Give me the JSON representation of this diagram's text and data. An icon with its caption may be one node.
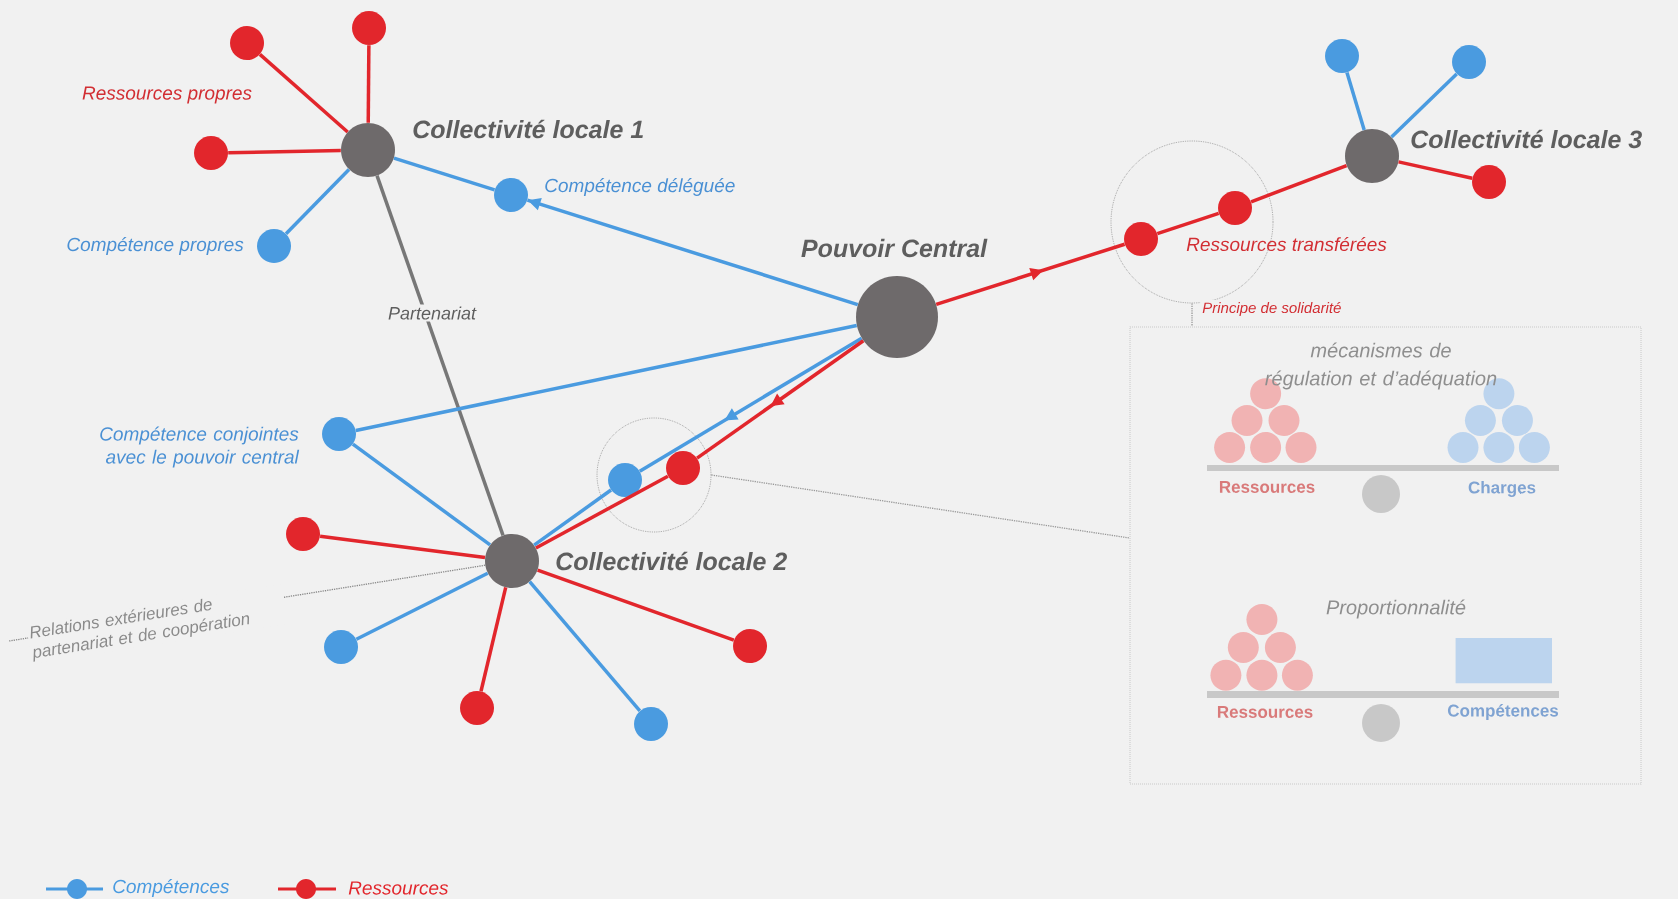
{
  "diagram": {
    "nodes": [
      {
        "text": [],
        "shape": "circle",
        "beside": [
          "Collectivité locale 1"
        ]
      },
      {
        "text": [],
        "shape": "circle"
      },
      {
        "text": [],
        "shape": "circle"
      },
      {
        "text": [],
        "shape": "circle"
      },
      {
        "text": [],
        "shape": "circle",
        "beside": [
          "Compétence propres"
        ]
      },
      {
        "text": [],
        "shape": "circle",
        "beside": [
          "Compétence déléguée"
        ]
      },
      {
        "text": [],
        "shape": "circle",
        "beside": [
          "Pouvoir Central"
        ]
      },
      {
        "text": [],
        "shape": "circle"
      },
      {
        "text": [],
        "shape": "circle",
        "in": 7
      },
      {
        "text": [],
        "shape": "circle",
        "in": 7,
        "beside": [
          "Ressources transférées"
        ]
      },
      {
        "text": [],
        "shape": "circle",
        "beside": [
          "Collectivité locale 3"
        ]
      },
      {
        "text": [],
        "shape": "circle"
      },
      {
        "text": [],
        "shape": "circle"
      },
      {
        "text": [],
        "shape": "circle"
      },
      {
        "text": [],
        "shape": "circle",
        "beside": [
          "Compétence conjointes avec le pouvoir central"
        ]
      },
      {
        "text": [],
        "shape": "circle",
        "beside": [
          "Collectivité locale 2"
        ]
      },
      {
        "text": [],
        "shape": "circle"
      },
      {
        "text": [],
        "shape": "circle",
        "in": 16
      },
      {
        "text": [],
        "shape": "circle",
        "in": 16
      },
      {
        "text": [],
        "shape": "circle"
      },
      {
        "text": [],
        "shape": "circle"
      },
      {
        "text": [],
        "shape": "circle"
      },
      {
        "text": [],
        "shape": "circle"
      },
      {
        "text": [],
        "shape": "circle"
      },
      {
        "text": [
          "mécanismes de régulation et d’adéquation",
          "Ressources",
          "Charges",
          "Proportionnalité",
          "Ressources",
          "Compétences"
        ]
      }
    ],
    "edges": [
      {
        "from": 0,
        "to": 1,
        "arrow": "none",
        "color": "#e2262c"
      },
      {
        "from": 0,
        "to": 2,
        "arrow": "none",
        "color": "#e2262c"
      },
      {
        "from": 0,
        "to": 3,
        "arrow": "none",
        "color": "#e2262c"
      },
      {
        "from": 0,
        "to": 4,
        "arrow": "none",
        "color": "#4a9be0"
      },
      {
        "from": 6,
        "to": 5,
        "arrow": "to",
        "color": "#4a9be0"
      },
      {
        "from": 5,
        "to": 0,
        "arrow": "none",
        "color": "#4a9be0"
      },
      {
        "from": 6,
        "to": 8,
        "arrow": "to",
        "color": "#e2262c"
      },
      {
        "from": 8,
        "to": 9,
        "arrow": "none",
        "color": "#e2262c"
      },
      {
        "from": 9,
        "to": 10,
        "arrow": "none",
        "color": "#e2262c"
      },
      {
        "from": 10,
        "to": 11,
        "arrow": "none",
        "color": "#4a9be0"
      },
      {
        "from": 10,
        "to": 12,
        "arrow": "none",
        "color": "#4a9be0"
      },
      {
        "from": 10,
        "to": 13,
        "arrow": "none",
        "color": "#e2262c"
      },
      {
        "from": 0,
        "to": 15,
        "arrow": "none",
        "color": "#777777",
        "label": "Partenariat"
      },
      {
        "from": 6,
        "to": 14,
        "arrow": "none",
        "color": "#4a9be0"
      },
      {
        "from": 14,
        "to": 15,
        "arrow": "none",
        "color": "#4a9be0"
      },
      {
        "from": 6,
        "to": 17,
        "arrow": "to",
        "color": "#4a9be0"
      },
      {
        "from": 17,
        "to": 15,
        "arrow": "none",
        "color": "#4a9be0"
      },
      {
        "from": 6,
        "to": 18,
        "arrow": "to",
        "color": "#e2262c"
      },
      {
        "from": 18,
        "to": 15,
        "arrow": "none",
        "color": "#e2262c"
      },
      {
        "from": 15,
        "to": 19,
        "arrow": "none",
        "color": "#e2262c"
      },
      {
        "from": 15,
        "to": 20,
        "arrow": "none",
        "color": "#4a9be0"
      },
      {
        "from": 15,
        "to": 21,
        "arrow": "none",
        "color": "#e2262c"
      },
      {
        "from": 15,
        "to": 22,
        "arrow": "none",
        "color": "#4a9be0"
      },
      {
        "from": 15,
        "to": 23,
        "arrow": "none",
        "color": "#e2262c"
      },
      {
        "from": 15,
        "to": null,
        "arrow": "none",
        "style": "dashed",
        "color": "#888888",
        "label": "Relations extérieures de partenariat et de coopération"
      },
      {
        "from": 7,
        "to": 24,
        "arrow": "none",
        "style": "dashed",
        "color": "#999999",
        "label": "Principe de solidarité"
      },
      {
        "from": 16,
        "to": 24,
        "arrow": "none",
        "style": "dashed",
        "color": "#999999"
      }
    ],
    "labels": [
      "Ressources propres"
    ],
    "legend": [
      {
        "text": "Compétences",
        "color": "#4a9be0"
      },
      {
        "text": "Ressources",
        "color": "#e2262c"
      }
    ]
  }
}
